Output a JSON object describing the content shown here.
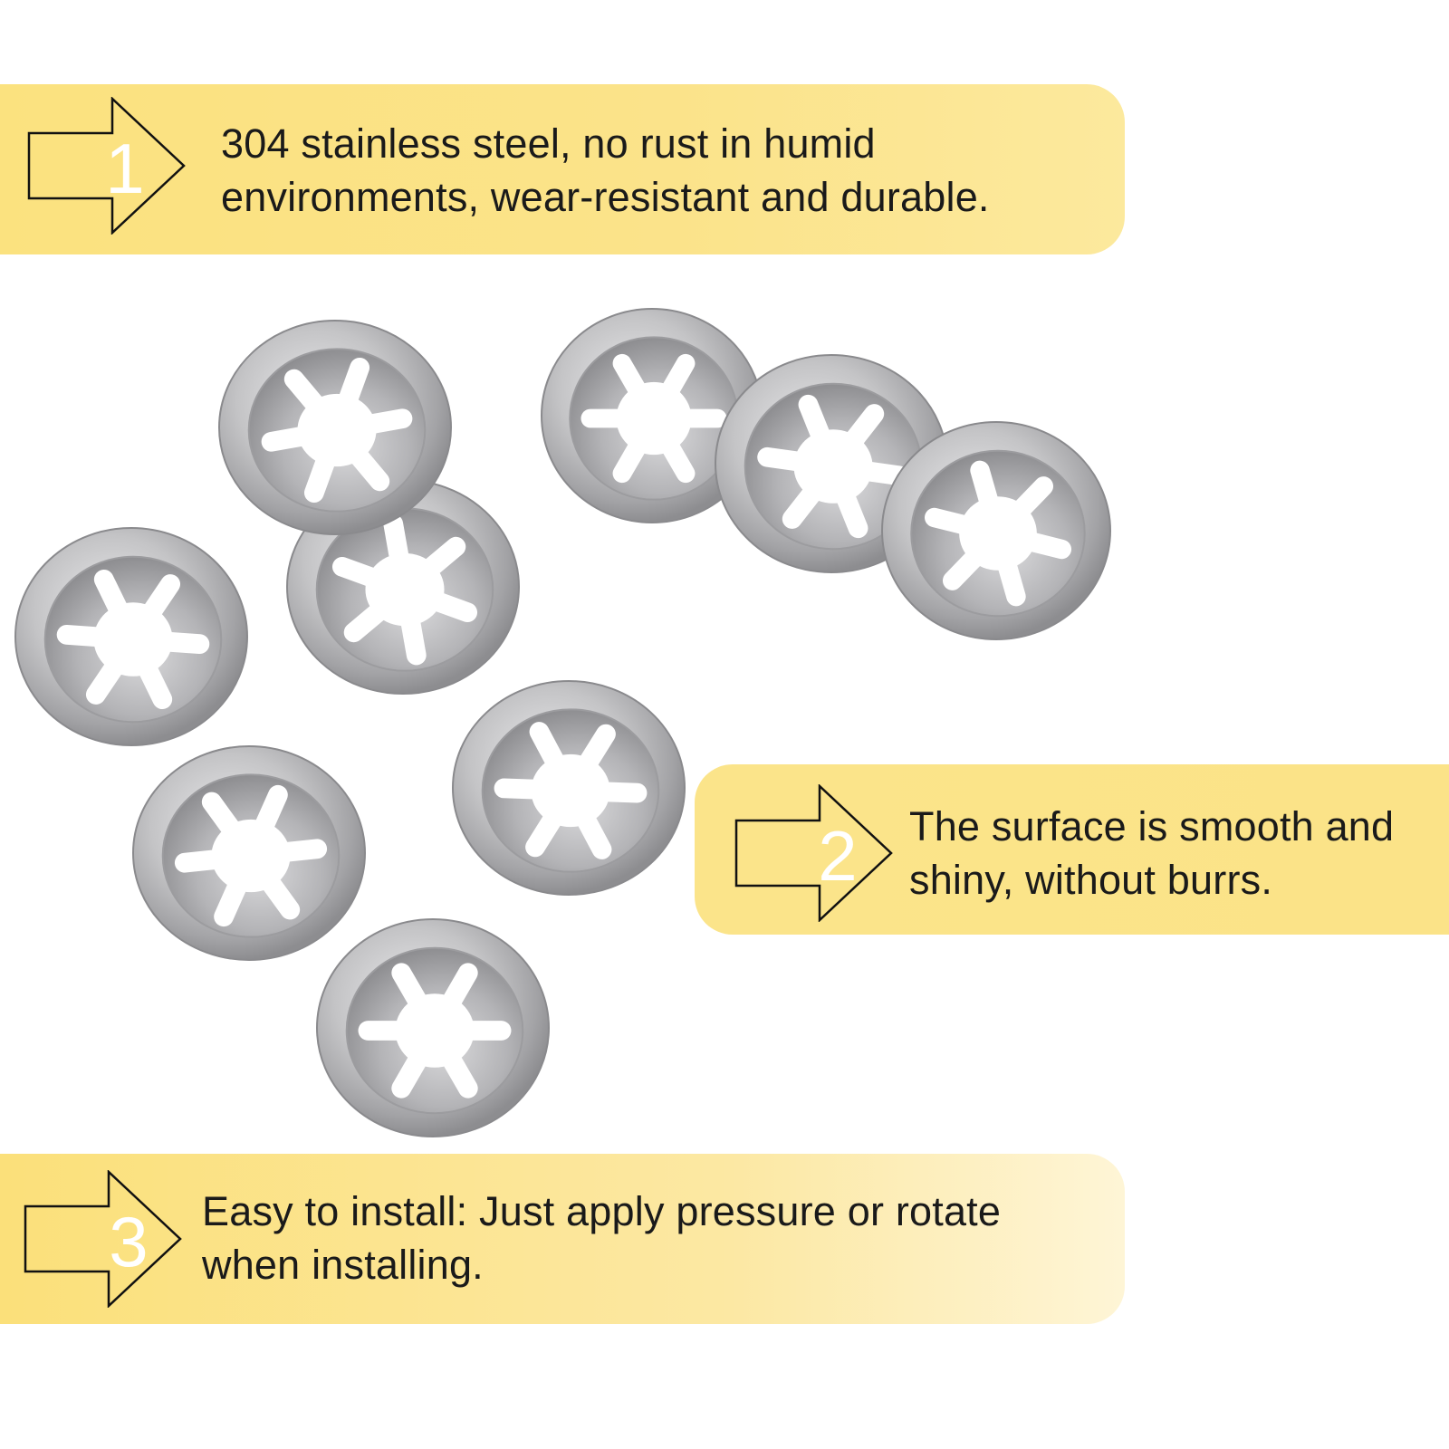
{
  "colors": {
    "banner_yellow": "#fbe27f",
    "arrow_outline": "#111111",
    "arrow_number": "#ffffff",
    "steel": "#b7b7b9"
  },
  "features": [
    {
      "number": "1",
      "text": "304 stainless steel, no rust in humid\nenvironments, wear-resistant and durable.",
      "icon": "right-arrow-icon"
    },
    {
      "number": "2",
      "text": "The surface is smooth and\nshiny, without burrs.",
      "icon": "right-arrow-icon"
    },
    {
      "number": "3",
      "text": "Easy to install: Just apply pressure or rotate\nwhen installing.",
      "icon": "right-arrow-icon"
    }
  ],
  "product": {
    "item": "starlock push-on washer",
    "material": "stainless steel",
    "count_shown": 9,
    "teeth_per_washer": 6
  }
}
